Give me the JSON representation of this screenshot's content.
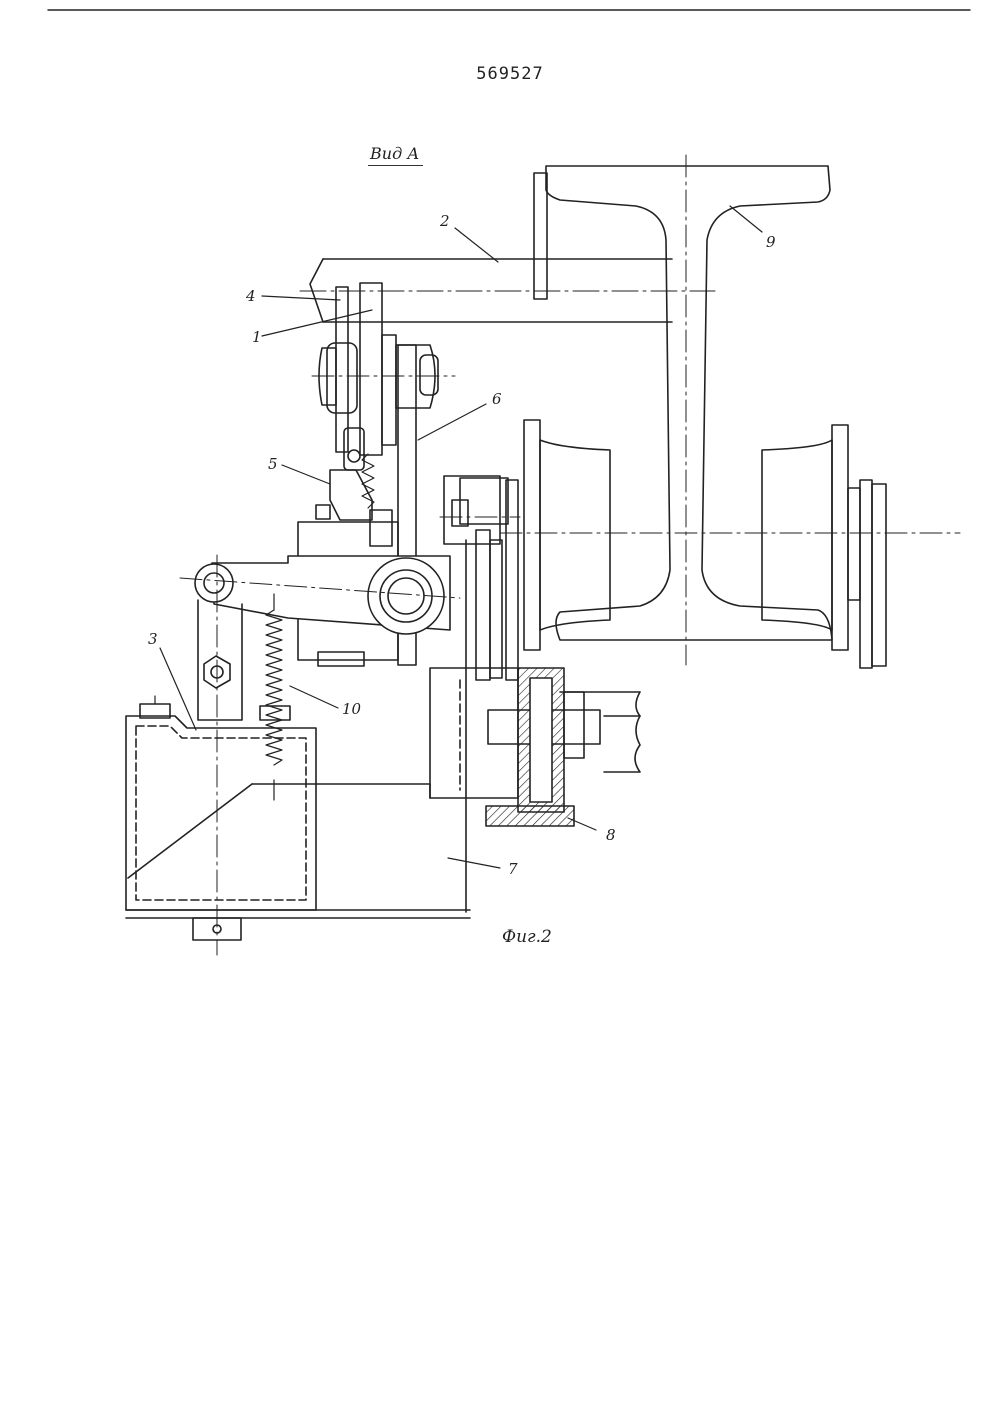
{
  "header": {
    "patent_number": "569527"
  },
  "view": {
    "title": "Вид А"
  },
  "figure": {
    "caption": "Фиг.2"
  },
  "labels": {
    "l1": "1",
    "l2": "2",
    "l3": "3",
    "l4": "4",
    "l5": "5",
    "l6": "6",
    "l7": "7",
    "l8": "8",
    "l9": "9",
    "l10": "10"
  },
  "colors": {
    "ink": "#222222",
    "paper": "#ffffff"
  }
}
